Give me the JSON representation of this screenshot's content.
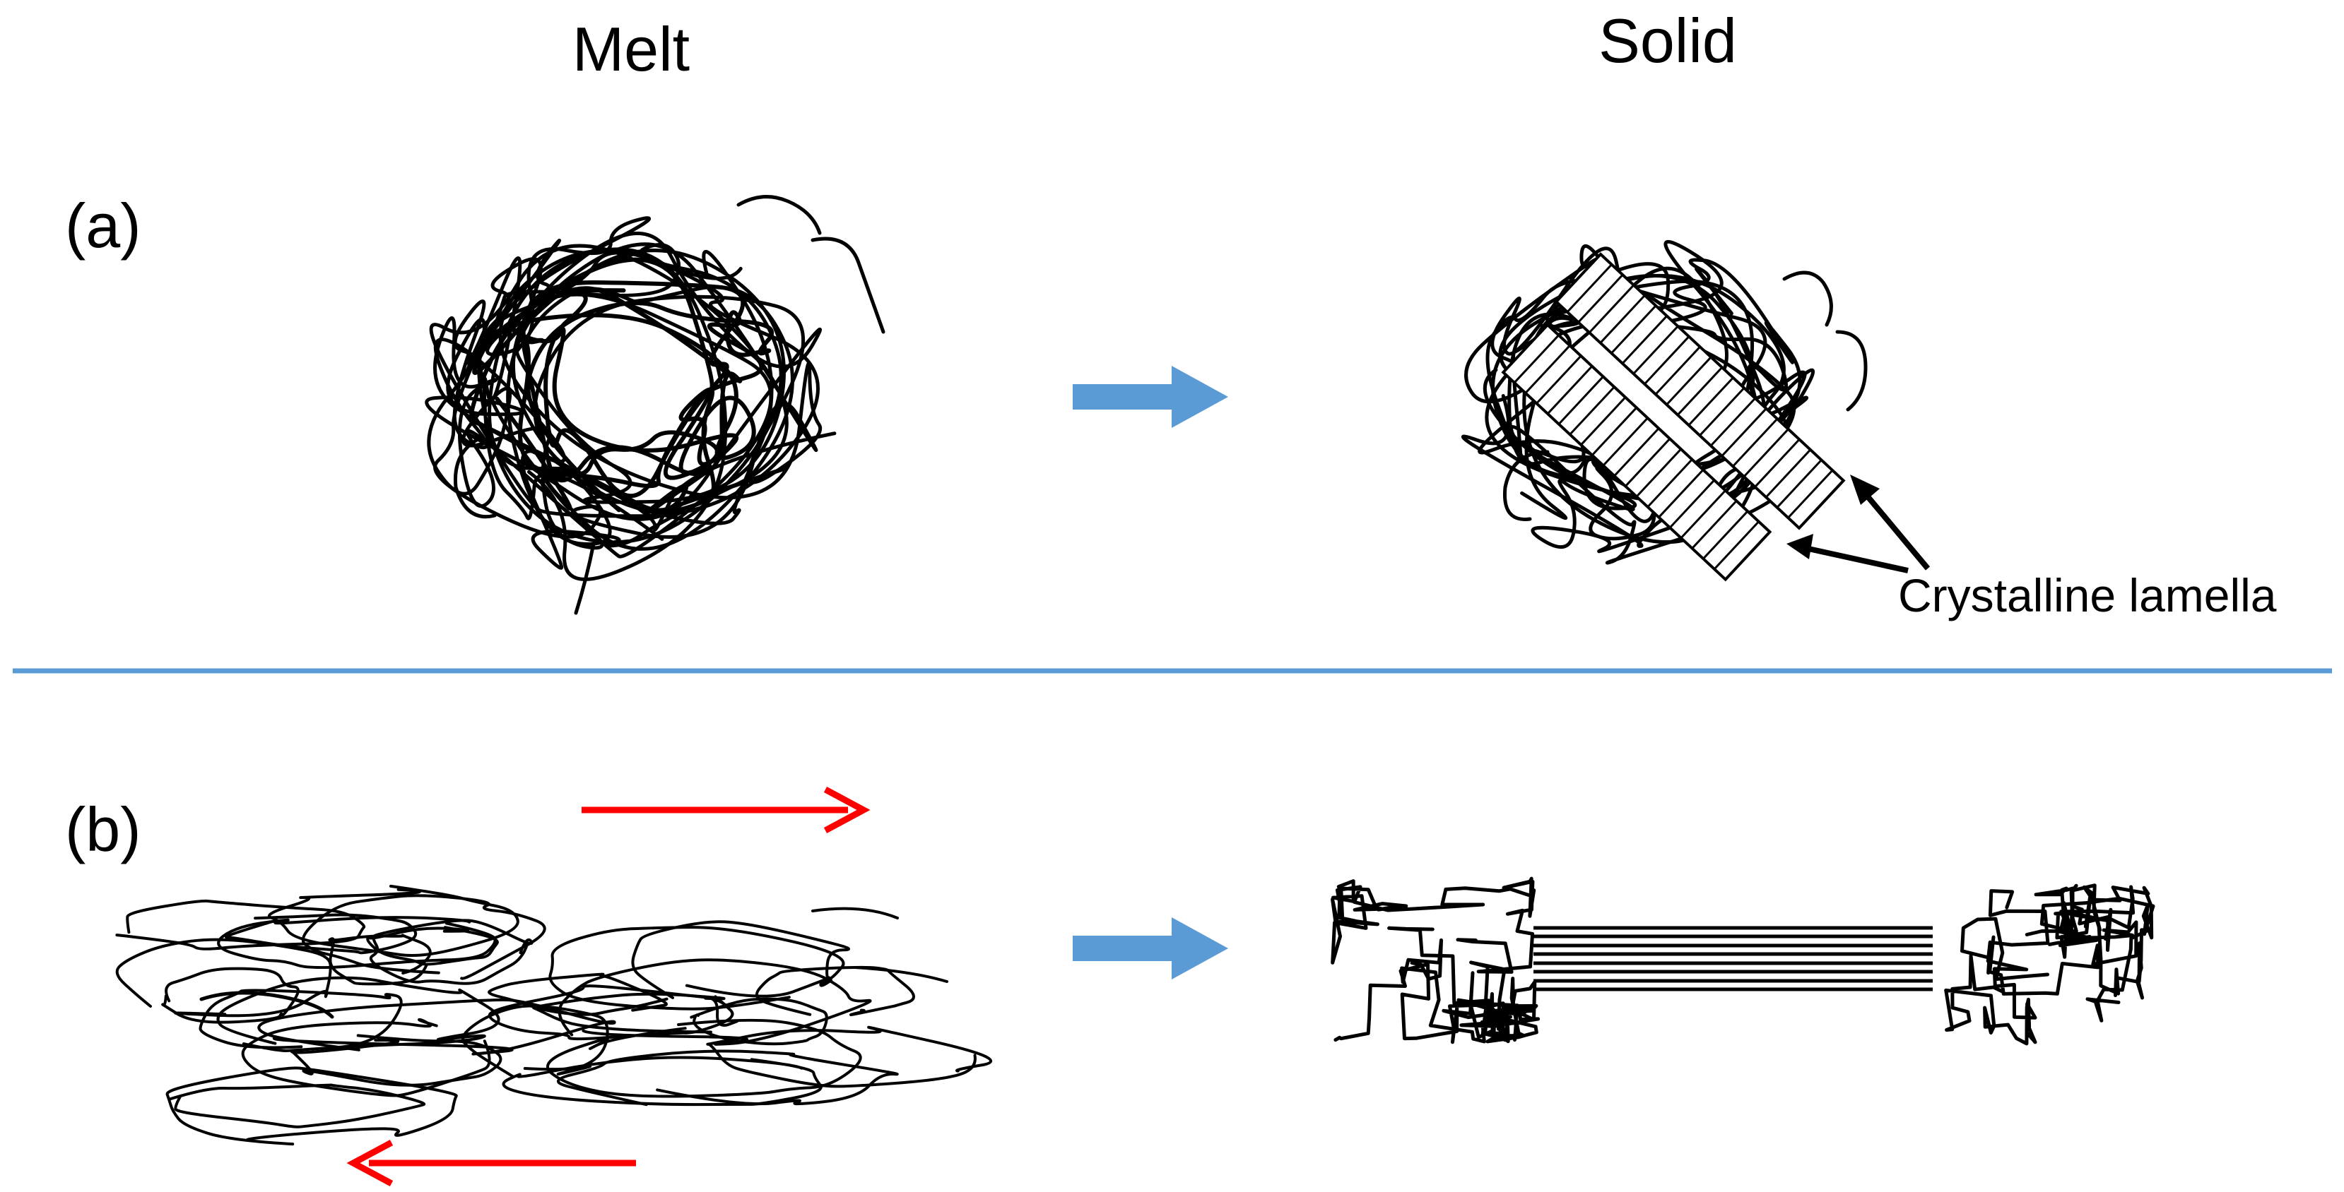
{
  "headers": {
    "melt": "Melt",
    "solid": "Solid"
  },
  "panels": {
    "a": "(a)",
    "b": "(b)"
  },
  "annotation": {
    "crystalline_lamella": "Crystalline lamella"
  },
  "colors": {
    "process_arrow": "#5b9bd5",
    "divider": "#5b9bd5",
    "shear_arrow": "#ff0000",
    "chain": "#000000"
  }
}
